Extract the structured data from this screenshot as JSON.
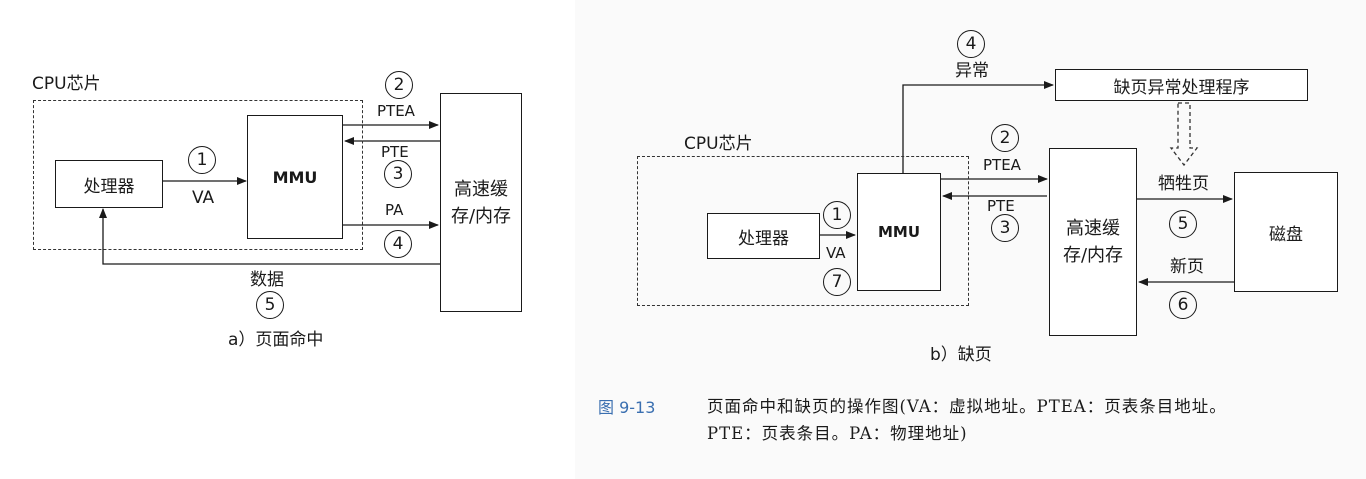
{
  "panel_a": {
    "chip_label": "CPU芯片",
    "processor": "处理器",
    "mmu": "MMU",
    "cache": "高速缓\n存/内存",
    "va": "VA",
    "ptea": "PTEA",
    "pte": "PTE",
    "pa": "PA",
    "data": "数据",
    "steps": [
      "1",
      "2",
      "3",
      "4",
      "5"
    ],
    "caption": "a）页面命中"
  },
  "panel_b": {
    "chip_label": "CPU芯片",
    "processor": "处理器",
    "mmu": "MMU",
    "cache": "高速缓\n存/内存",
    "disk": "磁盘",
    "handler": "缺页异常处理程序",
    "exception": "异常",
    "va": "VA",
    "ptea": "PTEA",
    "pte": "PTE",
    "victim": "牺牲页",
    "newpage": "新页",
    "steps": [
      "1",
      "2",
      "3",
      "4",
      "5",
      "6",
      "7"
    ],
    "caption": "b）缺页"
  },
  "figure_caption": {
    "number": "图 9-13",
    "line1": "页面命中和缺页的操作图(VA：虚拟地址。PTEA：页表条目地址。",
    "line2": "PTE：页表条目。PA：物理地址)"
  }
}
